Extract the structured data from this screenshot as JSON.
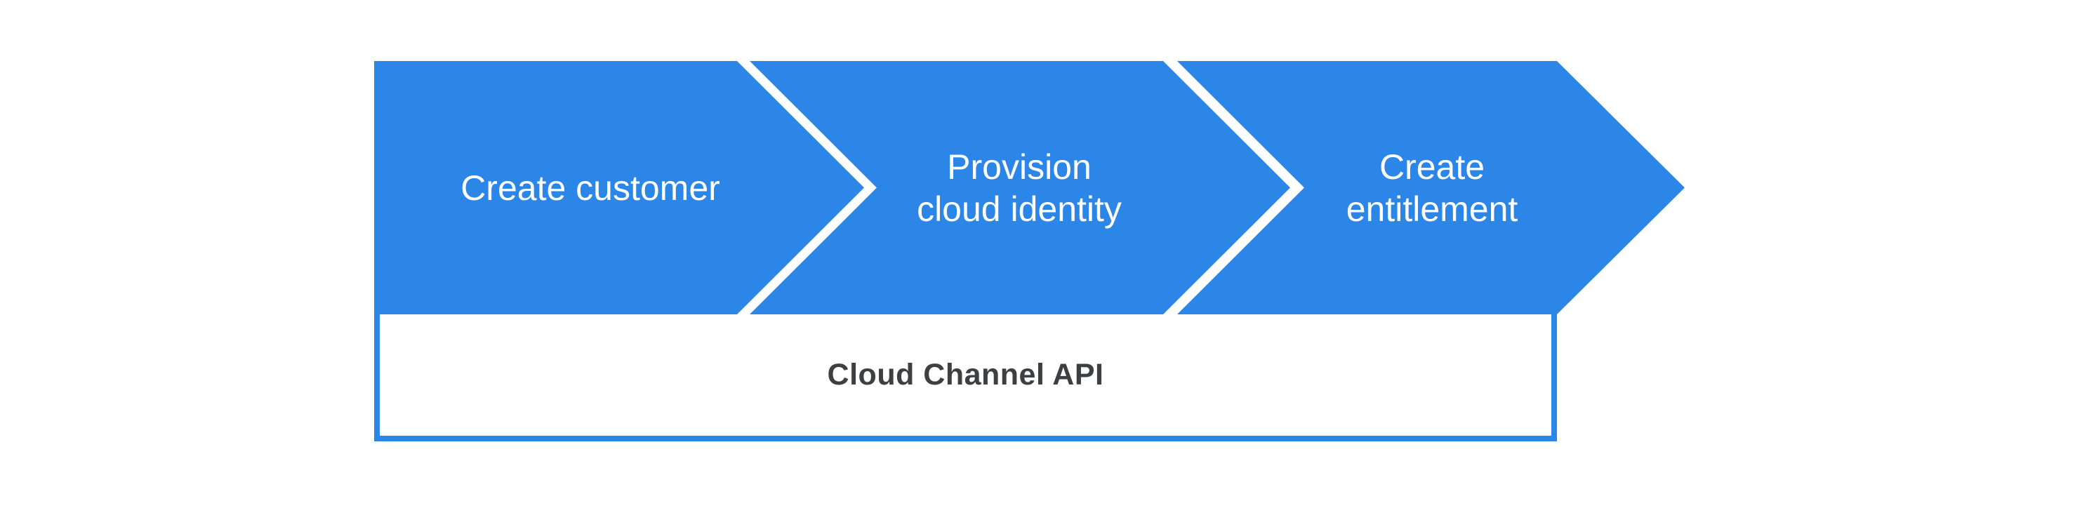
{
  "diagram": {
    "steps": [
      {
        "id": "create-customer",
        "label": "Create customer"
      },
      {
        "id": "provision-cloud-identity",
        "label": "Provision\ncloud identity"
      },
      {
        "id": "create-entitlement",
        "label": "Create\nentitlement"
      }
    ],
    "api_box": {
      "label": "Cloud Channel API"
    },
    "colors": {
      "chevron_blue": "#2b86e8",
      "box_border": "#2b86e8",
      "step_text": "#ffffff",
      "api_text": "#3c4043",
      "background": "#ffffff"
    }
  }
}
